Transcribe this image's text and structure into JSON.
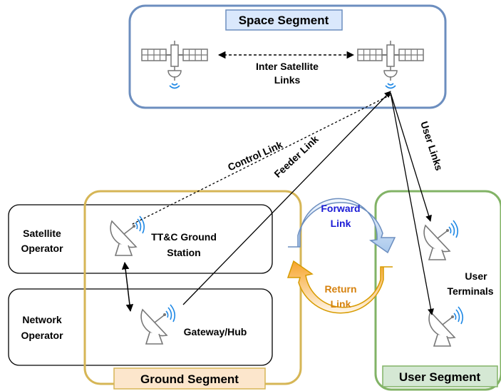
{
  "segments": {
    "space": {
      "title": "Space Segment"
    },
    "ground": {
      "title": "Ground Segment"
    },
    "user": {
      "title": "User Segment"
    }
  },
  "operators": {
    "satellite": {
      "line1": "Satellite",
      "line2": "Operator"
    },
    "network": {
      "line1": "Network",
      "line2": "Operator"
    }
  },
  "stations": {
    "ttc": {
      "line1": "TT&C Ground",
      "line2": "Station"
    },
    "gateway": {
      "label": "Gateway/Hub"
    }
  },
  "links": {
    "inter_satellite": {
      "line1": "Inter Satellite",
      "line2": "Links"
    },
    "control": "Control Link",
    "feeder": "Feeder Link",
    "user": "User Links",
    "forward": {
      "line1": "Forward",
      "line2": "Link"
    },
    "return": {
      "line1": "Return",
      "line2": "Link"
    }
  },
  "user_terminals": {
    "line1": "User",
    "line2": "Terminals"
  },
  "colors": {
    "space": "#6c8ebf",
    "ground": "#d6b656",
    "user": "#82b366",
    "space_fill": "#dae8fc",
    "ground_fill": "#fce6cc",
    "user_fill": "#d5e8d4",
    "forward_text": "#1a1ad6",
    "return_text": "#d6820f"
  }
}
